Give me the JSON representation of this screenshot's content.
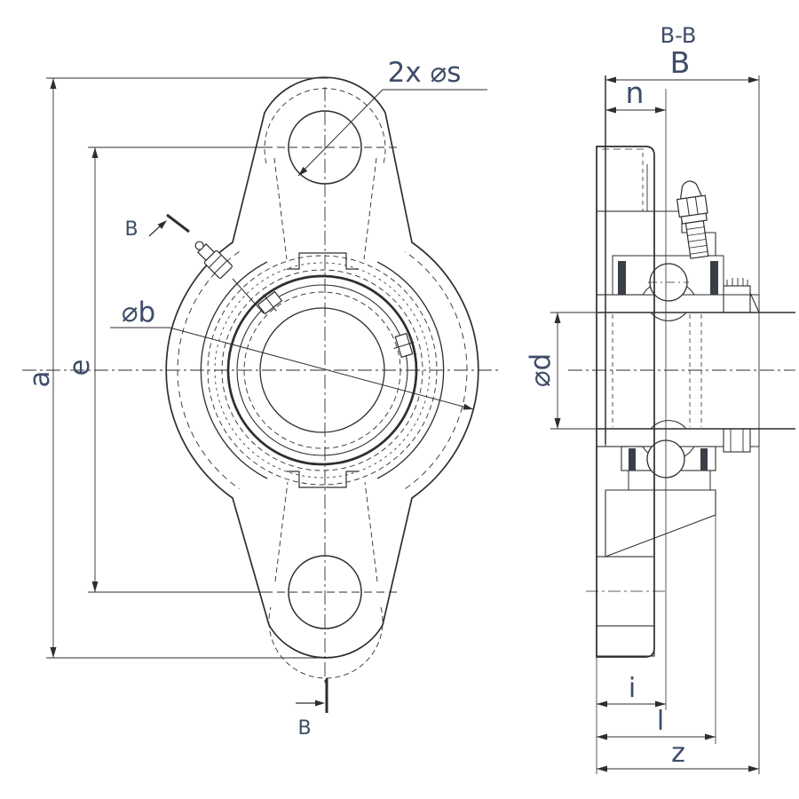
{
  "drawing": {
    "type": "technical-drawing",
    "subject": "two-bolt oval flange bearing unit",
    "colors": {
      "background": "#ffffff",
      "line": "#2e2e2e",
      "label": "#3e4d68"
    },
    "front_view": {
      "dim_overall_height": "a",
      "dim_bolt_center_distance": "e",
      "label_boss_diameter": "⌀b",
      "label_bolt_holes": "2x ⌀s",
      "section_mark_top": "B",
      "section_mark_bottom": "B"
    },
    "section_view": {
      "title": "B-B",
      "dim_total_width": "B",
      "dim_housing_width": "n",
      "label_shaft_diameter": "⌀d",
      "dim_i": "i",
      "dim_l": "l",
      "dim_z": "z"
    }
  }
}
